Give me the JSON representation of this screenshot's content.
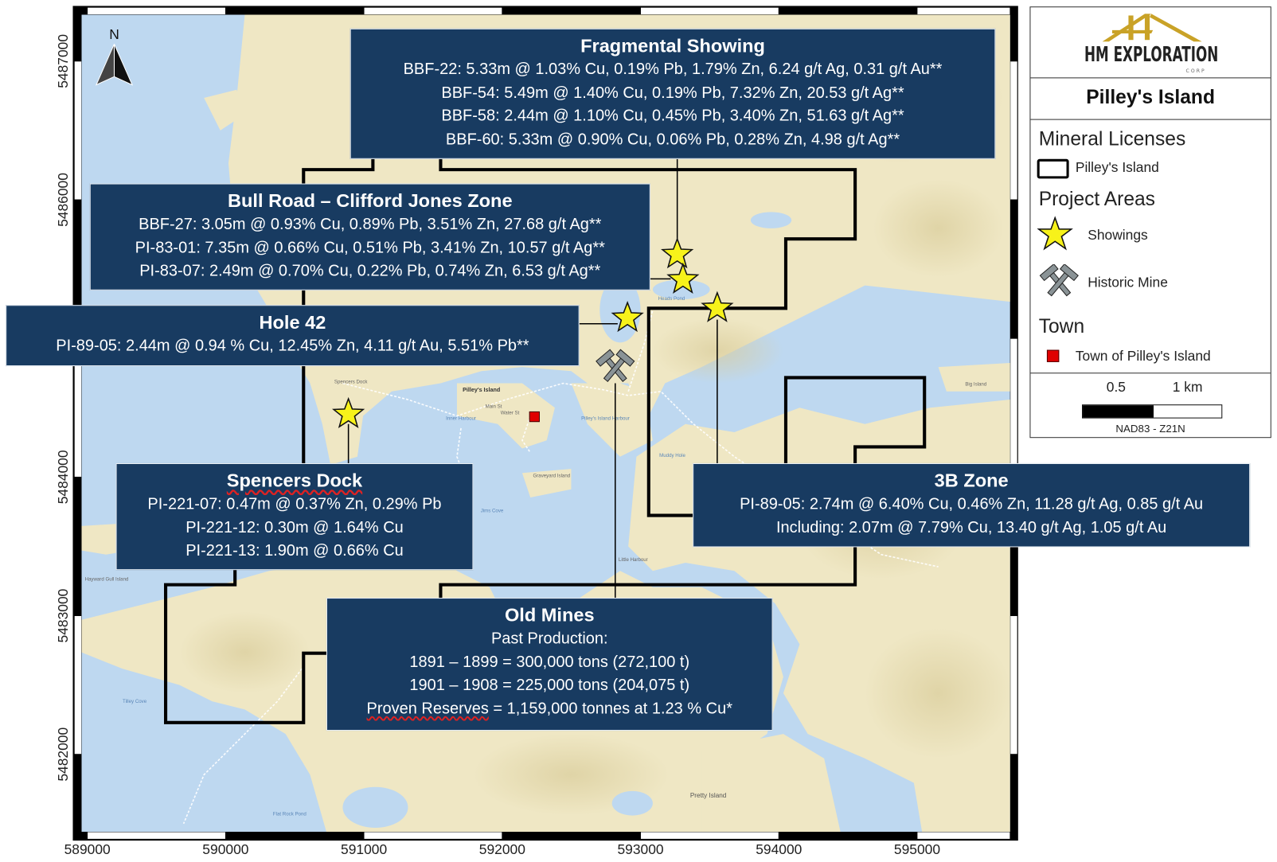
{
  "map": {
    "north_label": "N",
    "x_ticks": [
      "589000",
      "590000",
      "591000",
      "592000",
      "593000",
      "594000",
      "595000"
    ],
    "y_ticks": [
      "5487000",
      "5486000",
      "5484000",
      "5483000",
      "5482000"
    ],
    "place_labels": {
      "pilleys_island": "Pilley's Island",
      "main_st": "Main St",
      "water_st": "Water St",
      "inner_harbour": "Inner Harbour",
      "harbour": "Pilley's Island Harbour",
      "graveyard": "Graveyard Island",
      "muddy_hole": "Muddy Hole",
      "heads_pond": "Heads Pond",
      "big_island": "Big Island",
      "pretty_island": "Pretty Island",
      "spencers_dock": "Spencers Dock",
      "hayward": "Hayward Gull Island",
      "tilley_cove": "Tilley Cove",
      "flat_rock_pond": "Flat Rock Pond",
      "little_harbour": "Little Harbour",
      "jims_cove": "Jims Cove"
    }
  },
  "boxes": {
    "fragmental": {
      "title": "Fragmental Showing",
      "lines": [
        "BBF-22: 5.33m @ 1.03% Cu, 0.19% Pb, 1.79% Zn, 6.24 g/t Ag, 0.31 g/t Au**",
        "BBF-54: 5.49m @ 1.40% Cu, 0.19% Pb, 7.32% Zn, 20.53 g/t Ag**",
        "BBF-58: 2.44m @ 1.10% Cu, 0.45% Pb, 3.40% Zn, 51.63 g/t Ag**",
        "BBF-60: 5.33m @ 0.90% Cu, 0.06% Pb, 0.28% Zn, 4.98 g/t Ag**"
      ]
    },
    "bull_road": {
      "title": "Bull Road – Clifford Jones Zone",
      "lines": [
        "BBF-27: 3.05m @ 0.93% Cu, 0.89% Pb, 3.51% Zn, 27.68 g/t Ag**",
        "PI-83-01: 7.35m @ 0.66% Cu, 0.51% Pb, 3.41% Zn, 10.57 g/t Ag**",
        "PI-83-07: 2.49m @ 0.70% Cu, 0.22% Pb, 0.74% Zn, 6.53 g/t Ag**"
      ]
    },
    "hole42": {
      "title": "Hole 42",
      "lines": [
        "PI-89-05: 2.44m @ 0.94 % Cu, 12.45% Zn, 4.11 g/t Au, 5.51% Pb**"
      ]
    },
    "spencers": {
      "title": "Spencers Dock",
      "lines": [
        "PI-221-07: 0.47m @ 0.37% Zn, 0.29% Pb",
        "PI-221-12: 0.30m @ 1.64% Cu",
        "PI-221-13: 1.90m @ 0.66% Cu"
      ]
    },
    "threeb": {
      "title": "3B Zone",
      "lines": [
        "PI-89-05: 2.74m @ 6.40% Cu, 0.46% Zn, 11.28 g/t Ag, 0.85 g/t Au",
        "Including: 2.07m @ 7.79% Cu, 13.40 g/t Ag, 1.05 g/t Au"
      ]
    },
    "old_mines": {
      "title": "Old Mines",
      "subtitle": "Past Production:",
      "lines": [
        "1891 – 1899 = 300,000 tons (272,100 t)",
        "1901 – 1908 = 225,000 tons (204,075 t)"
      ],
      "reserves_label": "Proven Reserves",
      "reserves_value": " = 1,159,000 tonnes at 1.23 % Cu*"
    }
  },
  "legend": {
    "logo_text": "HM EXPLORATION",
    "logo_sub": "CORP",
    "title": "Pilley's Island",
    "sections": {
      "licenses": "Mineral Licenses",
      "license_item": "Pilley's Island",
      "projects": "Project Areas",
      "showings": "Showings",
      "historic_mine": "Historic Mine",
      "town": "Town",
      "town_item": "Town of Pilley's Island"
    },
    "scale": {
      "label_mid": "0.5",
      "label_end": "1 km",
      "datum": "NAD83 - Z21N"
    }
  },
  "colors": {
    "water": "#bed8f0",
    "land": "#efe7c4",
    "box": "#183b61",
    "star": "#f7f21a",
    "town": "#e00000",
    "logo_gold": "#c9a227"
  }
}
